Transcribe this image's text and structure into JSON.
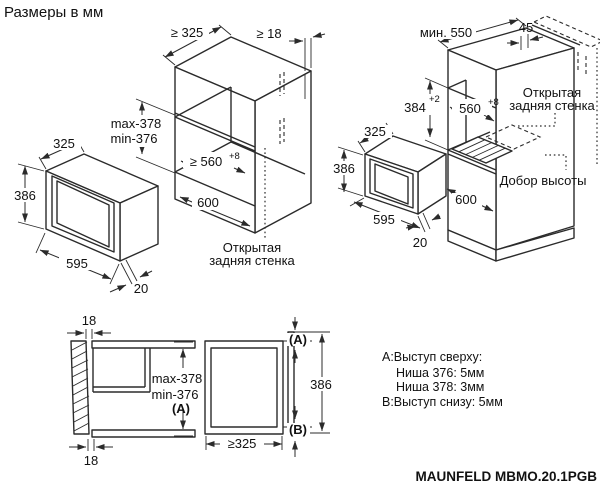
{
  "title": "Размеры в мм",
  "footer": "MAUNFELD MBMO.20.1PGB",
  "left_oven": {
    "d325": "325",
    "d386": "386",
    "d595": "595",
    "d20": "20"
  },
  "wall_cab": {
    "depth": "≥ 325",
    "panel": "≥ 18",
    "hmax": "max-378",
    "hmin": "min-376",
    "w_in": "≥ 560",
    "w_in_sup": "+8",
    "w_out": "600",
    "open1": "Открытая",
    "open2": "задняя стенка"
  },
  "column": {
    "depth": "мин. 550",
    "gap": "45",
    "open1": "Открытая",
    "open2": "задняя стенка",
    "nh": "384",
    "nh_sup": "+2",
    "nw": "560",
    "nw_sup": "+8",
    "spacer": "Добор высоты",
    "w": "600",
    "d325": "325",
    "d386": "386",
    "d595": "595",
    "d20": "20"
  },
  "section": {
    "t18": "18",
    "b18": "18",
    "hmax": "max-378",
    "hmin": "min-376",
    "ha": "(A)",
    "ra": "(A)",
    "rb": "(B)",
    "h386": "386",
    "d325": "≥325"
  },
  "notes": {
    "l1": "A:Выступ сверху:",
    "l2": "Ниша 376: 5мм",
    "l3": "Ниша 378: 3мм",
    "l4": "B:Выступ снизу: 5мм"
  }
}
